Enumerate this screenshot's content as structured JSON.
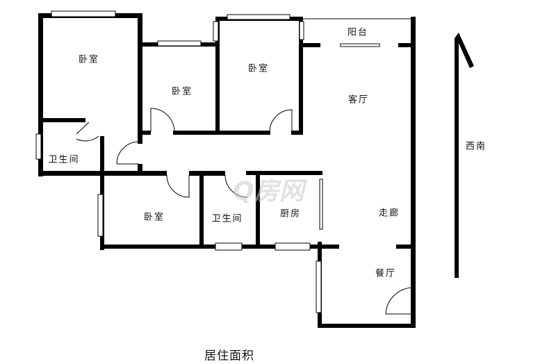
{
  "rooms": {
    "bedroom_1": "卧室",
    "bedroom_2": "卧室",
    "bedroom_3": "卧室",
    "bedroom_4": "卧室",
    "bathroom_1": "卫生间",
    "bathroom_2": "卫生间",
    "balcony": "阳台",
    "living_room": "客厅",
    "kitchen": "厨房",
    "corridor": "走廊",
    "dining_room": "餐厅"
  },
  "orientation": "西南",
  "watermark": "Q房网",
  "caption": "居住面积"
}
